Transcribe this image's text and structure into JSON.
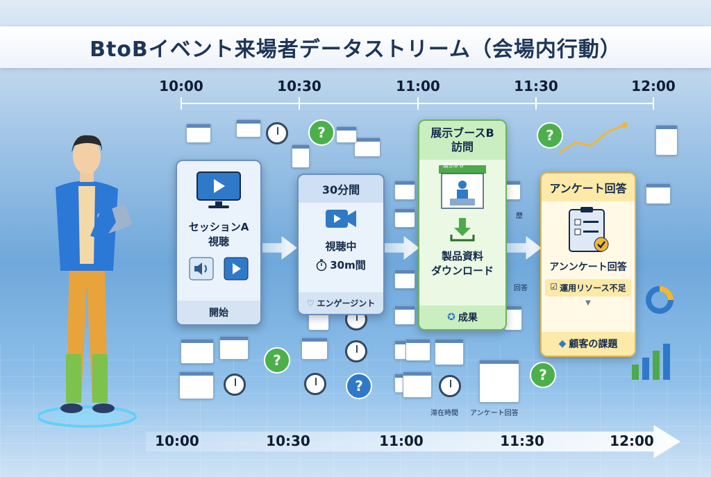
{
  "title": "BtoBイベント来場者データストリーム（会場内行動）",
  "top_times": [
    "10:00",
    "10:30",
    "11:00",
    "11:30",
    "12:00"
  ],
  "bottom_times": [
    "10:00",
    "10:30",
    "11:00",
    "11:30",
    "12:00"
  ],
  "cards": {
    "session": {
      "title": "セッションA\n視聴",
      "footer": "開始"
    },
    "watch": {
      "header": "30分間",
      "title": "視聴中",
      "duration": "30m間",
      "footer": "エンゲージント"
    },
    "booth": {
      "header": "展示ブースB\n訪問",
      "sign": "展示B B",
      "title": "製品資料\nダウンロード",
      "footer": "成果"
    },
    "survey": {
      "header": "アンケート回答",
      "title": "アンンケート回答",
      "checkbox": "運用リソース不足",
      "footer": "顧客の課題"
    }
  },
  "side_labels": {
    "history": "歴",
    "answer": "回答",
    "dwell": "滞在時間",
    "survey_answer": "アンケート回答"
  },
  "icons": [
    "play-icon",
    "speaker-icon",
    "video-camera-icon",
    "stopwatch-icon",
    "heart-chat-icon",
    "download-icon",
    "award-icon",
    "clipboard-icon",
    "tag-icon",
    "clock-icon",
    "question-bubble-icon"
  ],
  "colors": {
    "blue_card": "#eaf2fb",
    "green_card": "#eaf8e4",
    "yellow_card": "#fff9e6",
    "accent": "#2f79c9"
  }
}
